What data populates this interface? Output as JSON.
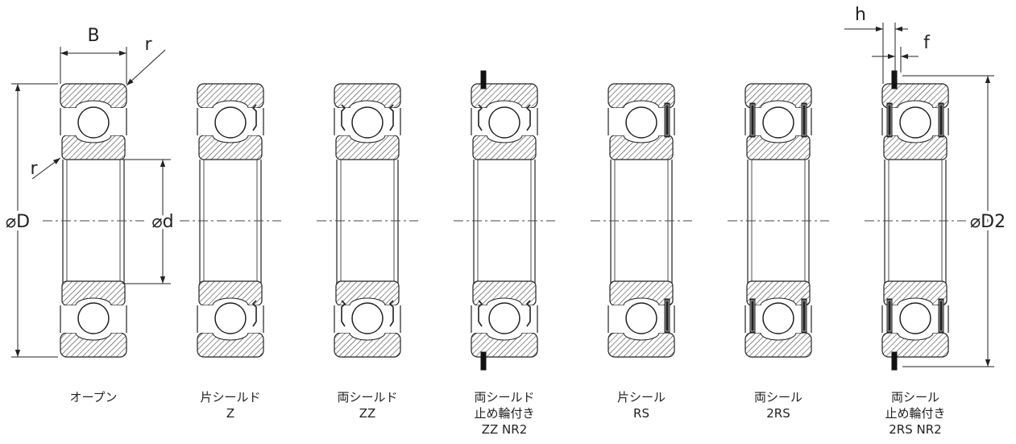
{
  "dimensions": {
    "B": "B",
    "r_top": "r",
    "r_side": "r",
    "D": "⌀D",
    "d": "⌀d",
    "D2": "⌀D2",
    "h": "h",
    "f": "f"
  },
  "bearings": [
    {
      "variant": "open",
      "shield": "none",
      "seal": "none",
      "snap_ring": false,
      "caption": [
        "オープン"
      ]
    },
    {
      "variant": "shield-one-side",
      "shield": "one",
      "seal": "none",
      "snap_ring": false,
      "caption": [
        "片シールド",
        "Z"
      ]
    },
    {
      "variant": "shield-both-sides",
      "shield": "both",
      "seal": "none",
      "snap_ring": false,
      "caption": [
        "両シールド",
        "ZZ"
      ]
    },
    {
      "variant": "shield-both-sides-snap-ring",
      "shield": "both",
      "seal": "none",
      "snap_ring": true,
      "caption": [
        "両シールド",
        "止め輪付き",
        "ZZ NR2"
      ]
    },
    {
      "variant": "seal-one-side",
      "shield": "none",
      "seal": "one",
      "snap_ring": false,
      "caption": [
        "片シール",
        "RS"
      ]
    },
    {
      "variant": "seal-both-sides",
      "shield": "none",
      "seal": "both",
      "snap_ring": false,
      "caption": [
        "両シール",
        "2RS"
      ]
    },
    {
      "variant": "seal-both-sides-snap-ring",
      "shield": "none",
      "seal": "both",
      "snap_ring": true,
      "caption": [
        "両シール",
        "止め輪付き",
        "2RS NR2"
      ]
    }
  ]
}
